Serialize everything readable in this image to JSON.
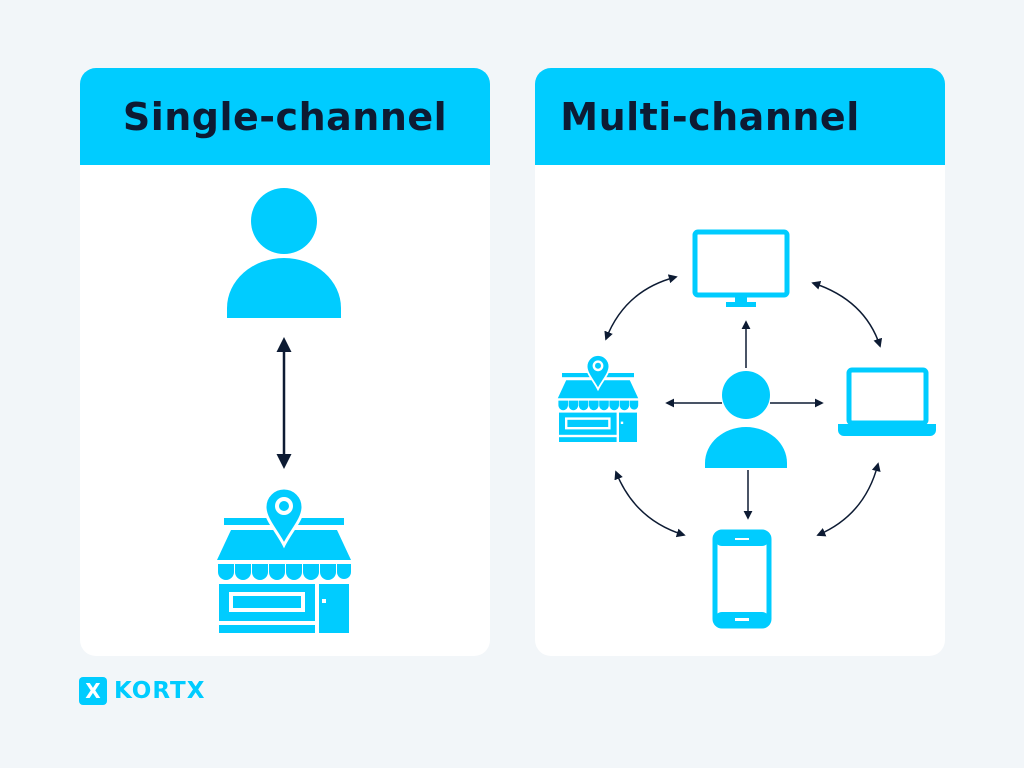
{
  "panels": [
    {
      "title": "Single-channel"
    },
    {
      "title": "Multi-channel"
    }
  ],
  "brand": {
    "mark": "X",
    "name": "KORTX"
  },
  "colors": {
    "accent": "#00ccff",
    "ink": "#0d1b33",
    "background": "#f2f6f9"
  },
  "icons": [
    "person-icon",
    "store-icon",
    "monitor-icon",
    "laptop-icon",
    "phone-icon"
  ]
}
